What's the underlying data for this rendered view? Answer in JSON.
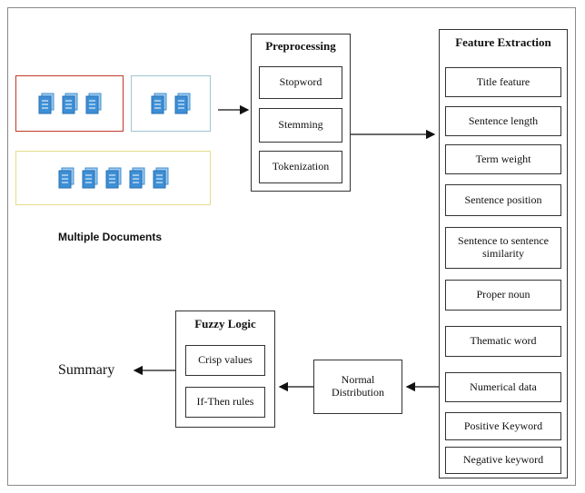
{
  "documents": {
    "caption": "Multiple Documents",
    "group_counts": [
      3,
      2,
      5
    ],
    "group_border_colors": [
      "#c0392b",
      "#9fc5d4",
      "#e6dc8a"
    ],
    "icon_color": "#3d8fd6"
  },
  "preprocessing": {
    "title": "Preprocessing",
    "steps": [
      "Stopword",
      "Stemming",
      "Tokenization"
    ]
  },
  "feature_extraction": {
    "title": "Feature Extraction",
    "features": [
      "Title feature",
      "Sentence length",
      "Term weight",
      "Sentence position",
      "Sentence to sentence similarity",
      "Proper noun",
      "Thematic word",
      "Numerical data",
      "Positive Keyword",
      "Negative keyword"
    ]
  },
  "normal_distribution": {
    "label": "Normal Distribution"
  },
  "fuzzy_logic": {
    "title": "Fuzzy Logic",
    "items": [
      "Crisp values",
      "If-Then rules"
    ]
  },
  "summary": {
    "label": "Summary"
  }
}
